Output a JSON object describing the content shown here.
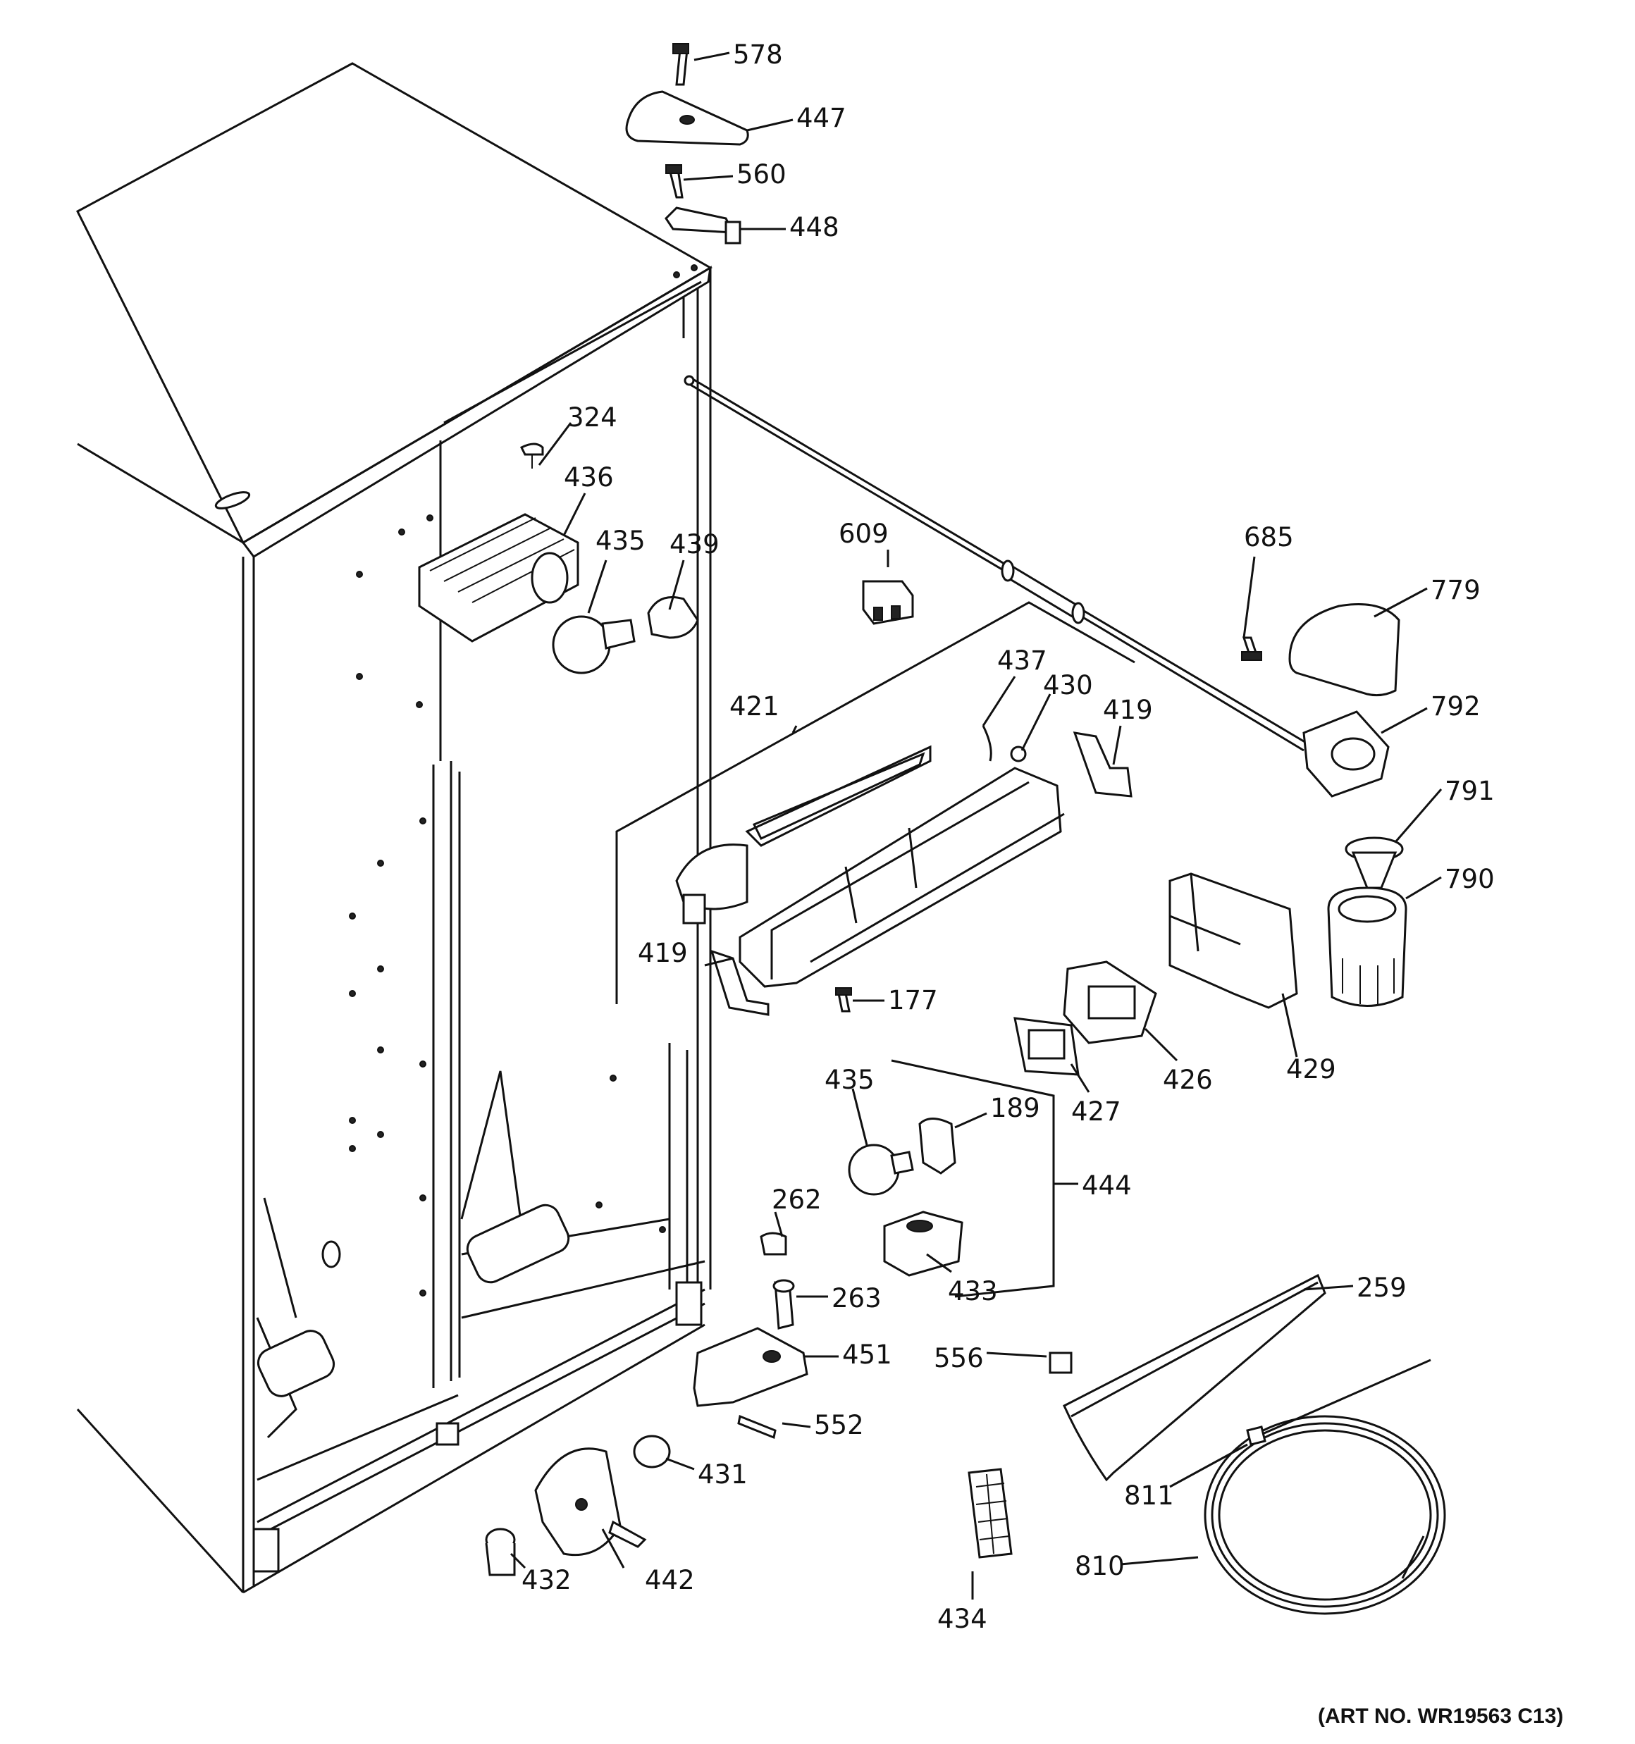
{
  "art_number": "(ART NO. WR19563 C13)",
  "callouts": {
    "c578": "578",
    "c447": "447",
    "c560": "560",
    "c448": "448",
    "c324": "324",
    "c436": "436",
    "c435a": "435",
    "c439": "439",
    "c609": "609",
    "c685": "685",
    "c779": "779",
    "c792": "792",
    "c791": "791",
    "c790": "790",
    "c437": "437",
    "c430": "430",
    "c419a": "419",
    "c421": "421",
    "c419b": "419",
    "c177": "177",
    "c429": "429",
    "c426": "426",
    "c427": "427",
    "c435b": "435",
    "c189": "189",
    "c444": "444",
    "c262": "262",
    "c263": "263",
    "c433": "433",
    "c259": "259",
    "c451": "451",
    "c556": "556",
    "c552": "552",
    "c431": "431",
    "c811": "811",
    "c432": "432",
    "c442": "442",
    "c434": "434",
    "c810": "810"
  }
}
